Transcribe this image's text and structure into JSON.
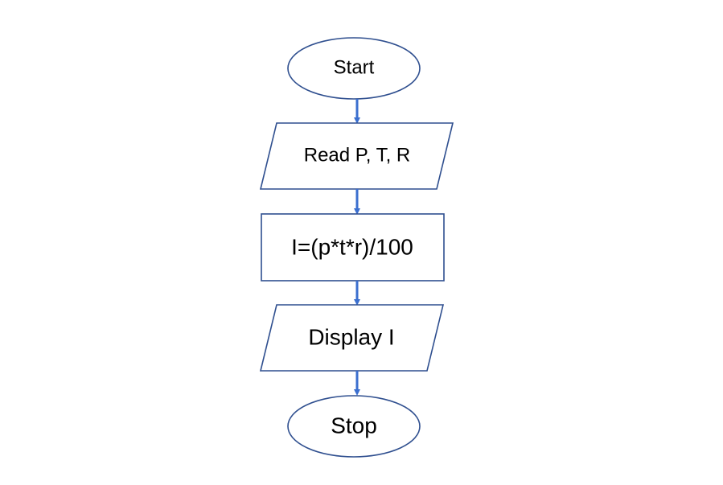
{
  "flowchart": {
    "start_label": "Start",
    "input_label": "Read P, T, R",
    "process_label": "I=(p*t*r)/100",
    "output_label": "Display I",
    "stop_label": "Stop"
  },
  "colors": {
    "shape_outline": "#2f4f8f",
    "arrow": "#3b6fcf",
    "text": "#000000",
    "background": "#ffffff"
  }
}
